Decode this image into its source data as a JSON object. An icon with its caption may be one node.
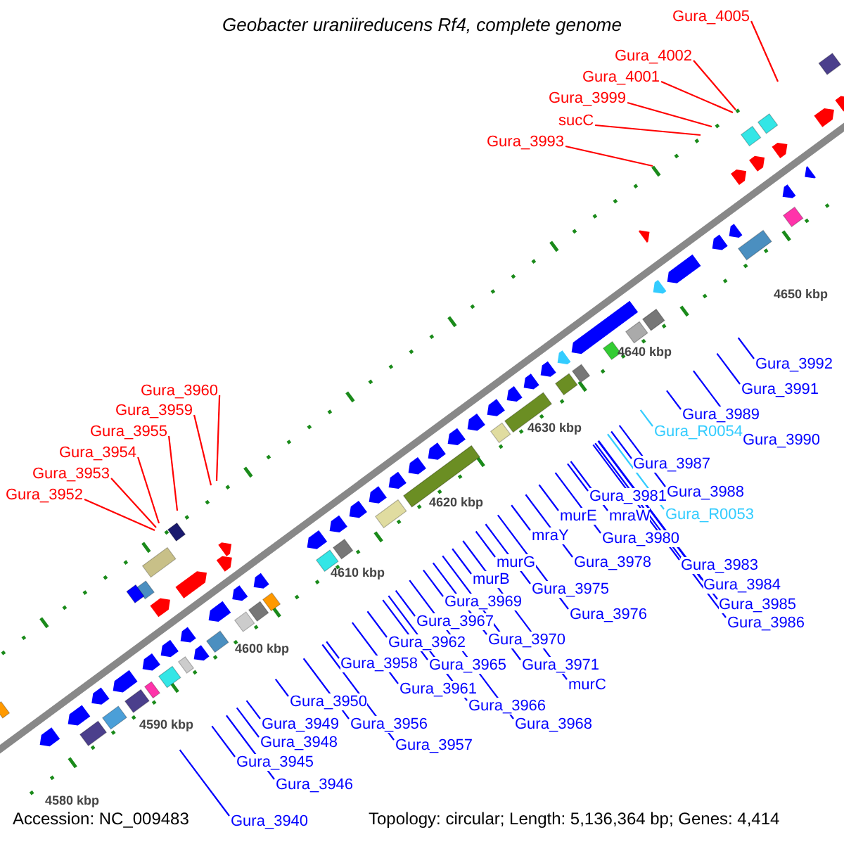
{
  "diagram": {
    "title": "Geobacter uraniireducens Rf4, complete genome",
    "nodes": [
      {
        "text": [
          "Gura_4005"
        ]
      },
      {
        "text": [
          "Gura_4002"
        ]
      },
      {
        "text": [
          "Gura_4001"
        ]
      },
      {
        "text": [
          "Gura_3999"
        ]
      },
      {
        "text": [
          "sucC"
        ]
      },
      {
        "text": [
          "Gura_3993"
        ]
      },
      {
        "text": [
          "Gura_3992"
        ]
      },
      {
        "text": [
          "Gura_3991"
        ]
      },
      {
        "text": [
          "Gura_3989"
        ]
      },
      {
        "text": [
          "Gura_3990"
        ]
      },
      {
        "text": [
          "Gura_R0054"
        ]
      },
      {
        "text": [
          "Gura_3987"
        ]
      },
      {
        "text": [
          "Gura_3988"
        ]
      },
      {
        "text": [
          "Gura_3981"
        ]
      },
      {
        "text": [
          "Gura_R0053"
        ]
      },
      {
        "text": [
          "murE"
        ]
      },
      {
        "text": [
          "mraW"
        ]
      },
      {
        "text": [
          "Gura_3980"
        ]
      },
      {
        "text": [
          "mraY"
        ]
      },
      {
        "text": [
          "Gura_3978"
        ]
      },
      {
        "text": [
          "Gura_3983"
        ]
      },
      {
        "text": [
          "murG"
        ]
      },
      {
        "text": [
          "Gura_3984"
        ]
      },
      {
        "text": [
          "Gura_3975"
        ]
      },
      {
        "text": [
          "murB"
        ]
      },
      {
        "text": [
          "Gura_3969"
        ]
      },
      {
        "text": [
          "Gura_3985"
        ]
      },
      {
        "text": [
          "Gura_3976"
        ]
      },
      {
        "text": [
          "Gura_3970"
        ]
      },
      {
        "text": [
          "Gura_3986"
        ]
      },
      {
        "text": [
          "Gura_3967"
        ]
      },
      {
        "text": [
          "Gura_3962"
        ]
      },
      {
        "text": [
          "Gura_3971"
        ]
      },
      {
        "text": [
          "Gura_3958"
        ]
      },
      {
        "text": [
          "Gura_3965"
        ]
      },
      {
        "text": [
          "murC"
        ]
      },
      {
        "text": [
          "Gura_3961"
        ]
      },
      {
        "text": [
          "Gura_3966"
        ]
      },
      {
        "text": [
          "Gura_3950"
        ]
      },
      {
        "text": [
          "Gura_3956"
        ]
      },
      {
        "text": [
          "Gura_3968"
        ]
      },
      {
        "text": [
          "Gura_3949"
        ]
      },
      {
        "text": [
          "Gura_3957"
        ]
      },
      {
        "text": [
          "Gura_3948"
        ]
      },
      {
        "text": [
          "Gura_3945"
        ]
      },
      {
        "text": [
          "Gura_3946"
        ]
      },
      {
        "text": [
          "Gura_3940"
        ]
      },
      {
        "text": [
          "Gura_3960"
        ]
      },
      {
        "text": [
          "Gura_3959"
        ]
      },
      {
        "text": [
          "Gura_3955"
        ]
      },
      {
        "text": [
          "Gura_3954"
        ]
      },
      {
        "text": [
          "Gura_3953"
        ]
      },
      {
        "text": [
          "Gura_3952"
        ]
      }
    ],
    "edges": [
      {
        "from": 0,
        "to": null,
        "arrow": "none",
        "color": "#ff0000"
      },
      {
        "from": 1,
        "to": null,
        "arrow": "none",
        "color": "#ff0000"
      },
      {
        "from": 2,
        "to": null,
        "arrow": "none",
        "color": "#ff0000"
      },
      {
        "from": 3,
        "to": null,
        "arrow": "none",
        "color": "#ff0000"
      },
      {
        "from": 4,
        "to": null,
        "arrow": "none",
        "color": "#ff0000"
      },
      {
        "from": 5,
        "to": null,
        "arrow": "none",
        "color": "#ff0000"
      },
      {
        "from": 6,
        "to": null,
        "arrow": "none"
      },
      {
        "from": 7,
        "to": null,
        "arrow": "none"
      },
      {
        "from": 8,
        "to": null,
        "arrow": "none"
      },
      {
        "from": 9,
        "to": null,
        "arrow": "none"
      },
      {
        "from": 10,
        "to": null,
        "arrow": "none",
        "color": "#33ccff"
      },
      {
        "from": 11,
        "to": null,
        "arrow": "none"
      },
      {
        "from": 12,
        "to": null,
        "arrow": "none"
      },
      {
        "from": 13,
        "to": null,
        "arrow": "none"
      },
      {
        "from": 14,
        "to": null,
        "arrow": "none",
        "color": "#33ccff"
      },
      {
        "from": 15,
        "to": null,
        "arrow": "none"
      },
      {
        "from": 16,
        "to": null,
        "arrow": "none"
      },
      {
        "from": 17,
        "to": null,
        "arrow": "none"
      },
      {
        "from": 18,
        "to": null,
        "arrow": "none"
      },
      {
        "from": 19,
        "to": null,
        "arrow": "none"
      },
      {
        "from": 20,
        "to": null,
        "arrow": "none"
      },
      {
        "from": 21,
        "to": null,
        "arrow": "none"
      },
      {
        "from": 22,
        "to": null,
        "arrow": "none"
      },
      {
        "from": 23,
        "to": null,
        "arrow": "none"
      },
      {
        "from": 24,
        "to": null,
        "arrow": "none"
      },
      {
        "from": 25,
        "to": null,
        "arrow": "none"
      },
      {
        "from": 26,
        "to": null,
        "arrow": "none"
      },
      {
        "from": 27,
        "to": null,
        "arrow": "none"
      },
      {
        "from": 28,
        "to": null,
        "arrow": "none"
      },
      {
        "from": 29,
        "to": null,
        "arrow": "none"
      },
      {
        "from": 30,
        "to": null,
        "arrow": "none"
      },
      {
        "from": 31,
        "to": null,
        "arrow": "none"
      },
      {
        "from": 32,
        "to": null,
        "arrow": "none"
      },
      {
        "from": 33,
        "to": null,
        "arrow": "none"
      },
      {
        "from": 34,
        "to": null,
        "arrow": "none"
      },
      {
        "from": 35,
        "to": null,
        "arrow": "none"
      },
      {
        "from": 36,
        "to": null,
        "arrow": "none"
      },
      {
        "from": 37,
        "to": null,
        "arrow": "none"
      },
      {
        "from": 38,
        "to": null,
        "arrow": "none"
      },
      {
        "from": 39,
        "to": null,
        "arrow": "none"
      },
      {
        "from": 40,
        "to": null,
        "arrow": "none"
      },
      {
        "from": 41,
        "to": null,
        "arrow": "none"
      },
      {
        "from": 42,
        "to": null,
        "arrow": "none"
      },
      {
        "from": 43,
        "to": null,
        "arrow": "none"
      },
      {
        "from": 44,
        "to": null,
        "arrow": "none"
      },
      {
        "from": 45,
        "to": null,
        "arrow": "none"
      },
      {
        "from": 46,
        "to": null,
        "arrow": "none"
      },
      {
        "from": 47,
        "to": null,
        "arrow": "none",
        "color": "#ff0000"
      },
      {
        "from": 48,
        "to": null,
        "arrow": "none",
        "color": "#ff0000"
      },
      {
        "from": 49,
        "to": null,
        "arrow": "none",
        "color": "#ff0000"
      },
      {
        "from": 50,
        "to": null,
        "arrow": "none",
        "color": "#ff0000"
      },
      {
        "from": 51,
        "to": null,
        "arrow": "none",
        "color": "#ff0000"
      },
      {
        "from": 52,
        "to": null,
        "arrow": "none",
        "color": "#ff0000"
      }
    ],
    "labels": [
      "4650 kbp",
      "4640 kbp",
      "4630 kbp",
      "4620 kbp",
      "4610 kbp",
      "4600 kbp",
      "4590 kbp",
      "4580 kbp",
      "Accession: NC_009483",
      "Topology: circular; Length: 5,136,364 bp; Genes: 4,414"
    ]
  }
}
